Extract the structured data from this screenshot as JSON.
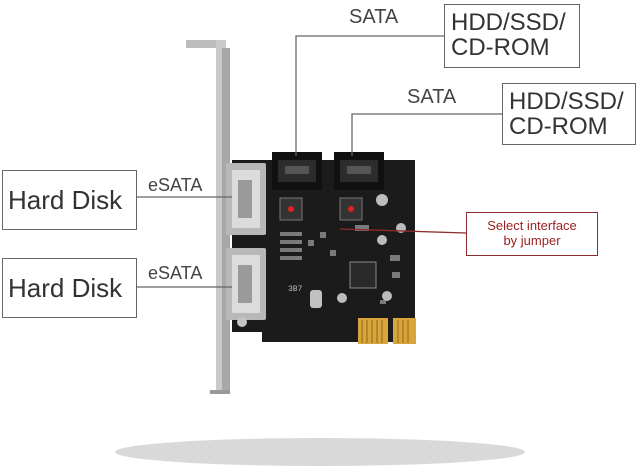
{
  "labels": {
    "sata_top": "SATA",
    "hdd_top_line1": "HDD/SSD/",
    "hdd_top_line2": "CD-ROM",
    "sata_mid": "SATA",
    "hdd_mid_line1": "HDD/SSD/",
    "hdd_mid_line2": "CD-ROM",
    "hard_disk_1": "Hard Disk",
    "esata_1": "eSATA",
    "hard_disk_2": "Hard Disk",
    "esata_2": "eSATA",
    "jumper_line1": "Select interface",
    "jumper_line2": "by jumper",
    "board_marking": "3B7"
  },
  "colors": {
    "board": "#1b1b1b",
    "bracket": "#c9c9c9",
    "gold": "#d9a53a",
    "callout": "#8e2a2a",
    "connector_lines": "#666666"
  }
}
